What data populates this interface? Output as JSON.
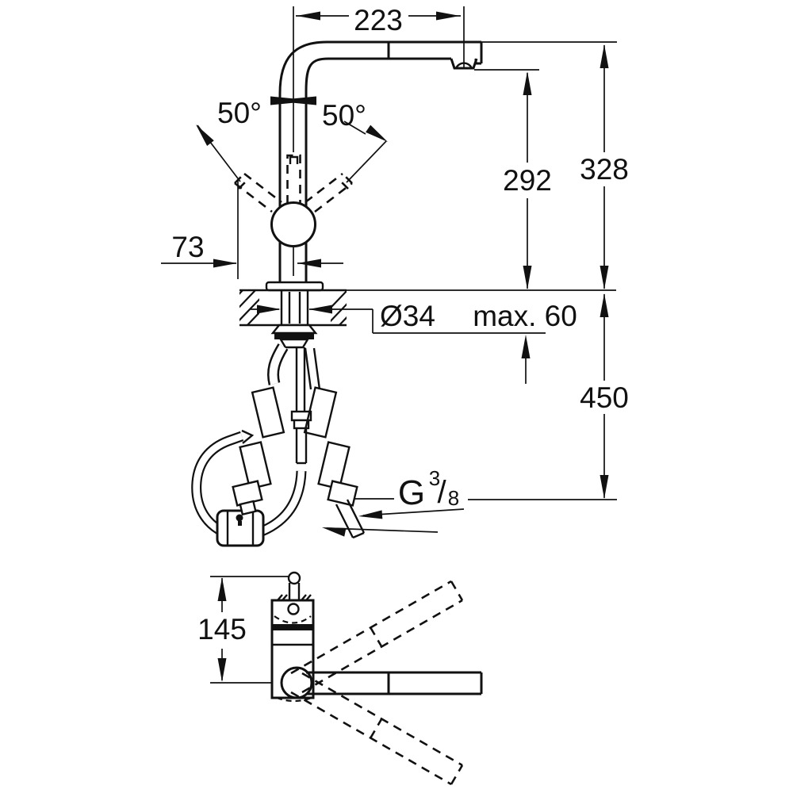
{
  "title": "faucet-installation-dimension-drawing",
  "colors": {
    "line": "#111111",
    "background": "#ffffff"
  },
  "front_view": {
    "spout_reach": "223",
    "swivel_left": "50°",
    "swivel_right": "50°",
    "outlet_height": "292",
    "total_height": "328",
    "handle_projection": "73",
    "hole_diameter": "Ø34",
    "max_counter_thickness": "max. 60",
    "hose_drop": "450",
    "thread": {
      "prefix": "G",
      "numerator": "3",
      "slash": "/",
      "denominator": "8"
    }
  },
  "top_view": {
    "body_height": "145"
  }
}
